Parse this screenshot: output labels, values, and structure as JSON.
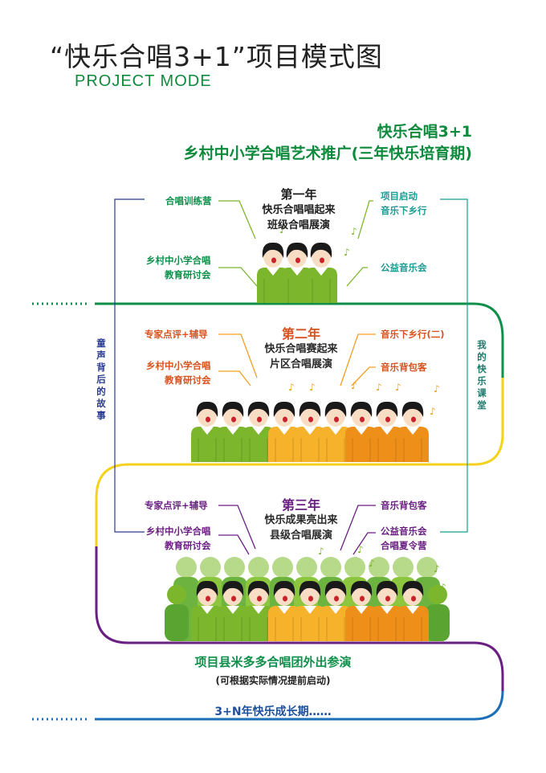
{
  "title": "“快乐合唱3+1”项目模式图",
  "subtitle": "PROJECT MODE",
  "header": {
    "line1": "快乐合唱3+1",
    "line2": "乡村中小学合唱艺术推广(三年快乐培育期)"
  },
  "year1": {
    "title": "第一年",
    "line1": "快乐合唱唱起来",
    "line2": "班级合唱展演",
    "left_items": [
      "合唱训练营",
      "乡村中小学合唱",
      "教育研讨会"
    ],
    "right_items": [
      "项目启动",
      "音乐下乡行",
      "公益音乐会"
    ]
  },
  "year2": {
    "title": "第二年",
    "line1": "快乐合唱赛起来",
    "line2": "片区合唱展演",
    "left_items": [
      "专家点评+辅导",
      "乡村中小学合唱",
      "教育研讨会"
    ],
    "right_items": [
      "音乐下乡行(二)",
      "音乐背包客"
    ]
  },
  "year3": {
    "title": "第三年",
    "line1": "快乐成果亮出来",
    "line2": "县级合唱展演",
    "left_items": [
      "专家点评+辅导",
      "乡村中小学合唱",
      "教育研讨会"
    ],
    "right_items": [
      "音乐背包客",
      "公益音乐会",
      "合唱夏令营"
    ]
  },
  "side_left": "童声背后的故事",
  "side_right": "我的快乐课堂",
  "bottom": {
    "line1": "项目县米多多合唱团外出参演",
    "line2": "(可根据实际情况提前启动)",
    "line3": "3+N年快乐成长期……"
  },
  "colors": {
    "green": "#0f8f4a",
    "teal": "#1b9b94",
    "orange": "#d7521e",
    "purple": "#6a1f82",
    "navy": "#2a3b8f",
    "yellow": "#f3d31d",
    "blue": "#1d6fb8",
    "child_green": "#7cb62c",
    "child_yellow": "#f5b22a",
    "child_orange": "#ee8f1a"
  },
  "icons": [
    "music-note-icon"
  ]
}
